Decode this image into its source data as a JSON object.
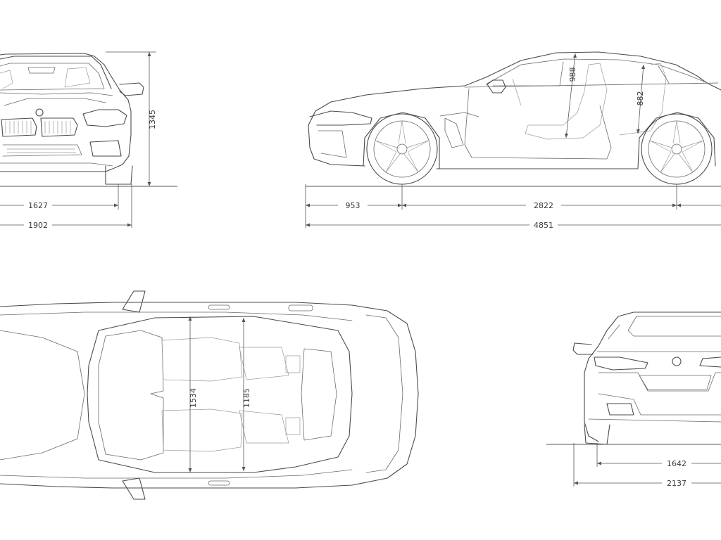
{
  "views": [
    {
      "id": "front",
      "dimensions": [
        {
          "id": "front-track",
          "label": "1627"
        },
        {
          "id": "front-width",
          "label": "1902"
        },
        {
          "id": "overall-height",
          "label": "1345"
        }
      ]
    },
    {
      "id": "side",
      "dimensions": [
        {
          "id": "front-overhang",
          "label": "953"
        },
        {
          "id": "wheelbase",
          "label": "2822"
        },
        {
          "id": "overall-length",
          "label": "4851"
        },
        {
          "id": "front-headroom",
          "label": "988"
        },
        {
          "id": "rear-headroom",
          "label": "882"
        }
      ]
    },
    {
      "id": "top",
      "dimensions": [
        {
          "id": "front-interior-width",
          "label": "1534"
        },
        {
          "id": "rear-interior-width",
          "label": "1185"
        }
      ]
    },
    {
      "id": "rear",
      "dimensions": [
        {
          "id": "rear-track",
          "label": "1642"
        },
        {
          "id": "rear-width",
          "label": "2137"
        }
      ]
    }
  ]
}
